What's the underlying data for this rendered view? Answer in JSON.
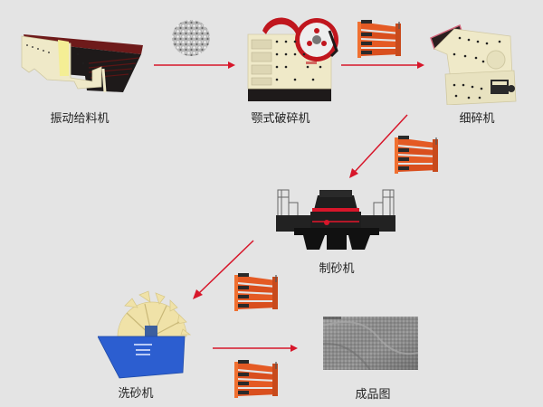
{
  "diagram": {
    "title": "Sand production line process flow",
    "colors": {
      "background": "#e4e4e4",
      "arrow": "#d7162a",
      "machine_cream": "#efe9c8",
      "machine_dark": "#1e1a1a",
      "screen_orange": "#e45a24",
      "washer_blue": "#2c5ed0",
      "wheel_yellow": "#f0e2a8",
      "feeder_red": "#6e1a1a"
    },
    "nodes": [
      {
        "id": "vibrating-feeder",
        "label": "振动给料机"
      },
      {
        "id": "jaw-crusher",
        "label": "颚式破碎机"
      },
      {
        "id": "fine-crusher",
        "label": "细碎机"
      },
      {
        "id": "sand-maker",
        "label": "制砂机"
      },
      {
        "id": "sand-washer",
        "label": "洗砂机"
      },
      {
        "id": "finished-product",
        "label": "成品图"
      }
    ],
    "edges": [
      {
        "from": "vibrating-feeder",
        "to": "jaw-crusher",
        "material": "raw stone"
      },
      {
        "from": "jaw-crusher",
        "to": "fine-crusher",
        "via": "vibrating screen"
      },
      {
        "from": "fine-crusher",
        "to": "sand-maker",
        "via": "vibrating screen"
      },
      {
        "from": "sand-maker",
        "to": "sand-washer",
        "via": "vibrating screen"
      },
      {
        "from": "sand-washer",
        "to": "finished-product",
        "via": "vibrating screen"
      }
    ]
  }
}
